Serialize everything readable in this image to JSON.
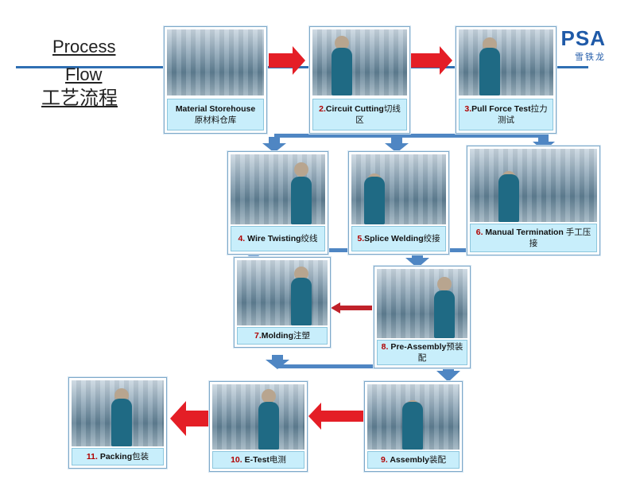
{
  "header": {
    "title_en_line1": "Process",
    "title_en_line2": "Flow",
    "title_cn": "工艺流程"
  },
  "logo": {
    "text": "PSA",
    "subtext": "雪铁龙"
  },
  "steps": [
    {
      "num": "",
      "en": "Material Storehouse",
      "cn": "原材料仓库"
    },
    {
      "num": "2.",
      "en": "Circuit Cutting",
      "cn": "切线区"
    },
    {
      "num": "3.",
      "en": "Pull Force Test",
      "cn": "拉力测试"
    },
    {
      "num": "4.",
      "en": " Wire Twisting",
      "cn": "绞线"
    },
    {
      "num": "5.",
      "en": "Splice Welding",
      "cn": "绞接"
    },
    {
      "num": "6.",
      "en": " Manual Termination ",
      "cn": "手工压接"
    },
    {
      "num": "7.",
      "en": "Molding",
      "cn": "注塑"
    },
    {
      "num": "8.",
      "en": " Pre-Assembly",
      "cn": "预装配"
    },
    {
      "num": "11.",
      "en": " Packing",
      "cn": "包装"
    },
    {
      "num": "10.",
      "en": " E-Test",
      "cn": "电测"
    },
    {
      "num": "9.",
      "en": " Assembly",
      "cn": "装配"
    }
  ],
  "colors": {
    "flow_arrow_red": "#e41e26",
    "connector_blue": "#4f86c3",
    "label_bg": "#c8eefb",
    "step_number": "#b00000"
  }
}
